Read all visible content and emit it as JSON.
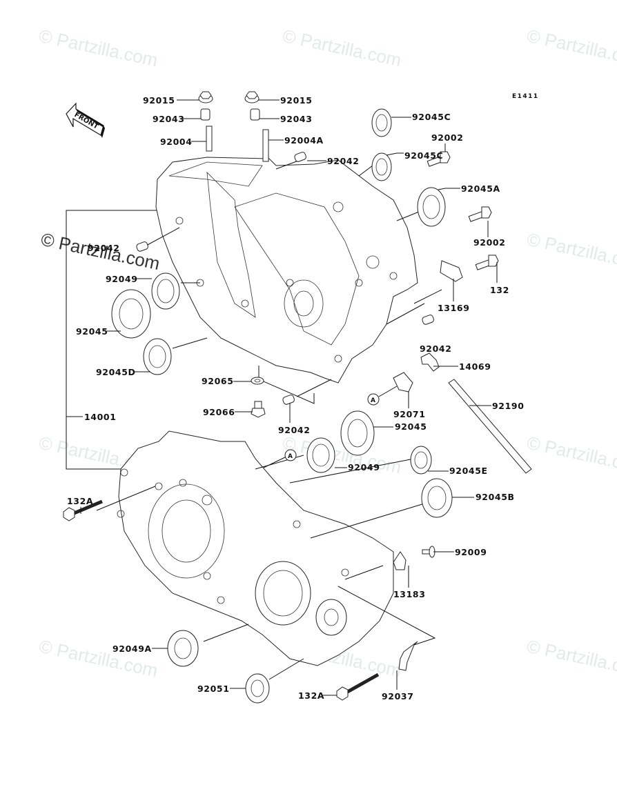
{
  "diagram": {
    "code": "E1411",
    "front_label": "FRONT",
    "watermark": "© Partzilla.com",
    "callout_A": "A",
    "labels": {
      "nut_left": "92015",
      "nut_right": "92015",
      "collar_left": "92043",
      "collar_right": "92043",
      "stud_left": "92004",
      "stud_right": "92004A",
      "pin_top": "92042",
      "pin_left": "92042",
      "pin_right": "92042",
      "pin_bottom": "92042",
      "bearing_c_top": "92045C",
      "bearing_c_mid": "92045C",
      "bolt_92002_top": "92002",
      "bearing_a": "92045A",
      "bolt_92002_mid": "92002",
      "plate_13169": "13169",
      "bolt_132": "132",
      "seal_92049_upper": "92049",
      "bearing_92045_left": "92045",
      "bearing_d": "92045D",
      "washer_92065": "92065",
      "plug_92066": "92066",
      "crankcase_14001": "14001",
      "elbow_14069": "14069",
      "damper_92071": "92071",
      "tube_92190": "92190",
      "bearing_92045_mid": "92045",
      "seal_92049_lower": "92049",
      "bearing_e": "92045E",
      "bearing_b": "92045B",
      "bolt_132a_left": "132A",
      "screw_92009": "92009",
      "plate_13183": "13183",
      "seal_92049a": "92049A",
      "seal_92051": "92051",
      "bolt_132a_bottom": "132A",
      "clamp_92037": "92037"
    }
  }
}
